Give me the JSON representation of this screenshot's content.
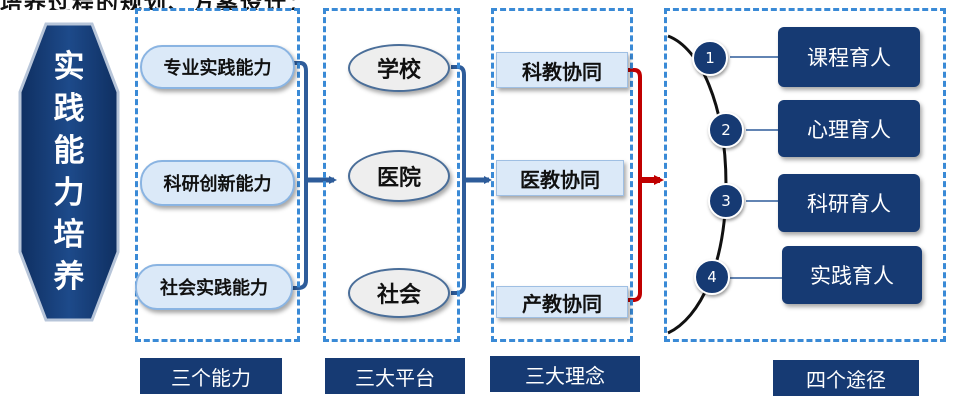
{
  "top_partial_text": "培养过程的规划、方案设计：",
  "core": {
    "text": "实践能力培养"
  },
  "abilities": [
    {
      "label": "专业实践能力"
    },
    {
      "label": "科研创新能力"
    },
    {
      "label": "社会实践能力"
    }
  ],
  "platforms": [
    {
      "label": "学校"
    },
    {
      "label": "医院"
    },
    {
      "label": "社会"
    }
  ],
  "concepts": [
    {
      "label": "科教协同"
    },
    {
      "label": "医教协同"
    },
    {
      "label": "产教协同"
    }
  ],
  "paths": [
    {
      "num": "1",
      "label": "课程育人"
    },
    {
      "num": "2",
      "label": "心理育人"
    },
    {
      "num": "3",
      "label": "科研育人"
    },
    {
      "num": "4",
      "label": "实践育人"
    }
  ],
  "column_labels": {
    "abilities": "三个能力",
    "platforms": "三大平台",
    "concepts": "三大理念",
    "paths": "四个途径"
  },
  "colors": {
    "navy": "#163a73",
    "dash_border": "#3a8ad6",
    "connector_blue": "#2e5c9a",
    "connector_red": "#c00000",
    "pill_fill": "#dbe9f8"
  }
}
